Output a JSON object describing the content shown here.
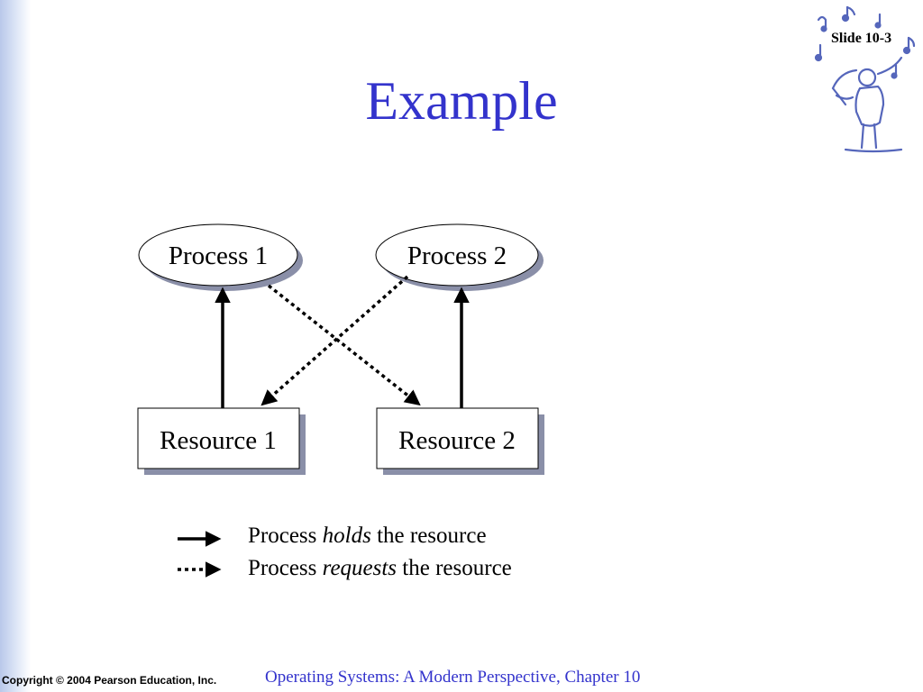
{
  "slide": {
    "number_label": "Slide 10-3",
    "title": "Example"
  },
  "diagram": {
    "process1": "Process 1",
    "process2": "Process 2",
    "resource1": "Resource 1",
    "resource2": "Resource 2"
  },
  "legend": {
    "holds": {
      "prefix": "Process ",
      "verb": "holds",
      "suffix": " the resource"
    },
    "requests": {
      "prefix": "Process ",
      "verb": "requests",
      "suffix": " the resource"
    }
  },
  "footer": {
    "copyright": "Copyright © 2004 Pearson Education, Inc.",
    "course": "Operating Systems: A Modern Perspective, Chapter 10"
  },
  "colors": {
    "title": "#3333cc",
    "sidebar": "#b9c8ea",
    "shadow": "#8a8fa8"
  },
  "icons": {
    "logo": "music-conductor-clipart-icon"
  }
}
